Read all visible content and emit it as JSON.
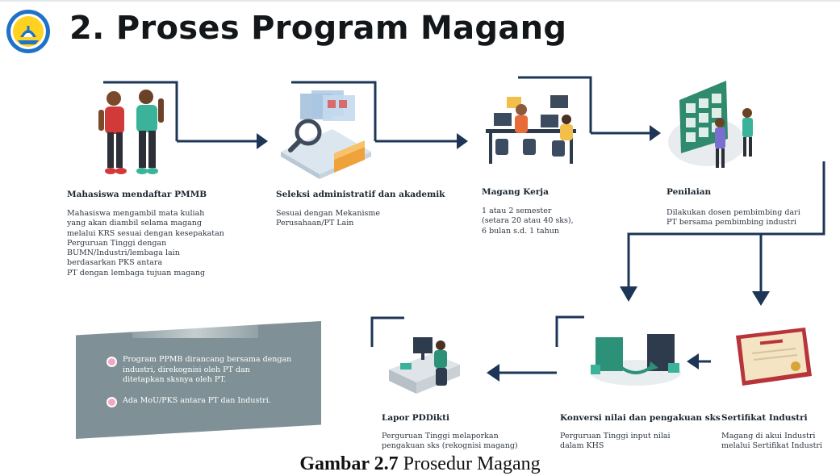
{
  "header": {
    "title": "2. Proses Program Magang",
    "logo_icon": "tut-wuri-handayani-logo"
  },
  "steps": [
    {
      "title": "Mahasiswa mendaftar PMMB",
      "description": "Mahasiswa mengambil mata kuliah\nyang akan diambil selama magang\nmelalui KRS sesuai dengan kesepakatan\nPerguruan Tinggi dengan\nBUMN/Industri/lembaga lain\nberdasarkan PKS antara\nPT dengan lembaga tujuan magang",
      "icon": "students-icon"
    },
    {
      "title": "Seleksi administratif dan akademik",
      "description": "Sesuai dengan Mekanisme\nPerusahaan/PT Lain",
      "icon": "document-review-icon"
    },
    {
      "title": "Magang Kerja",
      "description": "1 atau 2 semester\n(setara 20 atau 40 sks),\n6 bulan s.d. 1 tahun",
      "icon": "office-work-icon"
    },
    {
      "title": "Penilaian",
      "description": "Dilakukan dosen pembimbing dari\nPT bersama pembimbing industri",
      "icon": "evaluation-board-icon"
    },
    {
      "title": "Sertifikat Industri",
      "description": "Magang di akui Industri\nmelalui Sertifikat Industri",
      "icon": "certificate-icon"
    },
    {
      "title": "Konversi nilai dan pengakuan sks",
      "description": "Perguruan Tinggi input nilai\ndalam KHS",
      "icon": "grade-conversion-icon"
    },
    {
      "title": "Lapor PDDikti",
      "description": "Perguruan Tinggi melaporkan\npengakuan sks (rekognisi magang)",
      "icon": "desk-report-icon"
    }
  ],
  "notes": [
    "Program PPMB dirancang bersama dengan\nindustri, direkognisi oleh PT dan\nditetapkan sksnya oleh PT.",
    "Ada MoU/PKS antara PT dan Industri."
  ],
  "caption": {
    "label": "Gambar 2.7",
    "text": " Prosedur Magang"
  },
  "colors": {
    "connector": "#1d3557",
    "note_card": "#7f9196",
    "bullet": "#f0a8c2"
  }
}
